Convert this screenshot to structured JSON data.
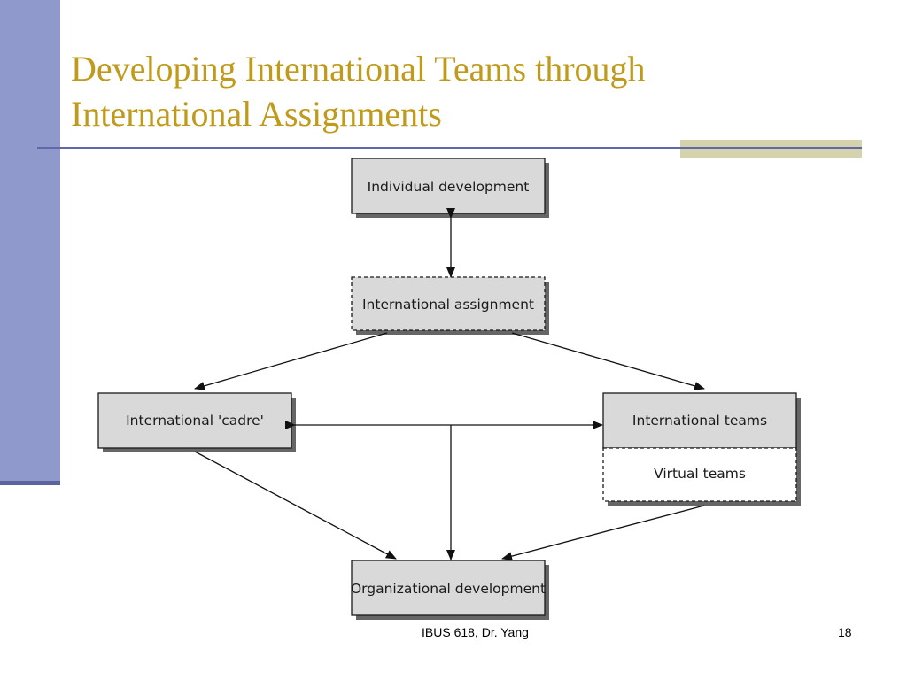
{
  "slide": {
    "title_line1": "Developing International Teams through",
    "title_line2": "International Assignments"
  },
  "diagram": {
    "individual_development": "Individual development",
    "international_assignment": "International assignment",
    "international_cadre": "International 'cadre'",
    "international_teams": "International teams",
    "virtual_teams": "Virtual teams",
    "organizational_development": "Organizational development"
  },
  "footer": {
    "credit": "IBUS 618, Dr. Yang",
    "page_number": "18"
  },
  "colors": {
    "title": "#c09a1a",
    "sidebar": "#8f99cc",
    "rule": "#5f68a8",
    "accent_bar": "#d5d3ae",
    "box_fill": "#d9d9d9"
  }
}
